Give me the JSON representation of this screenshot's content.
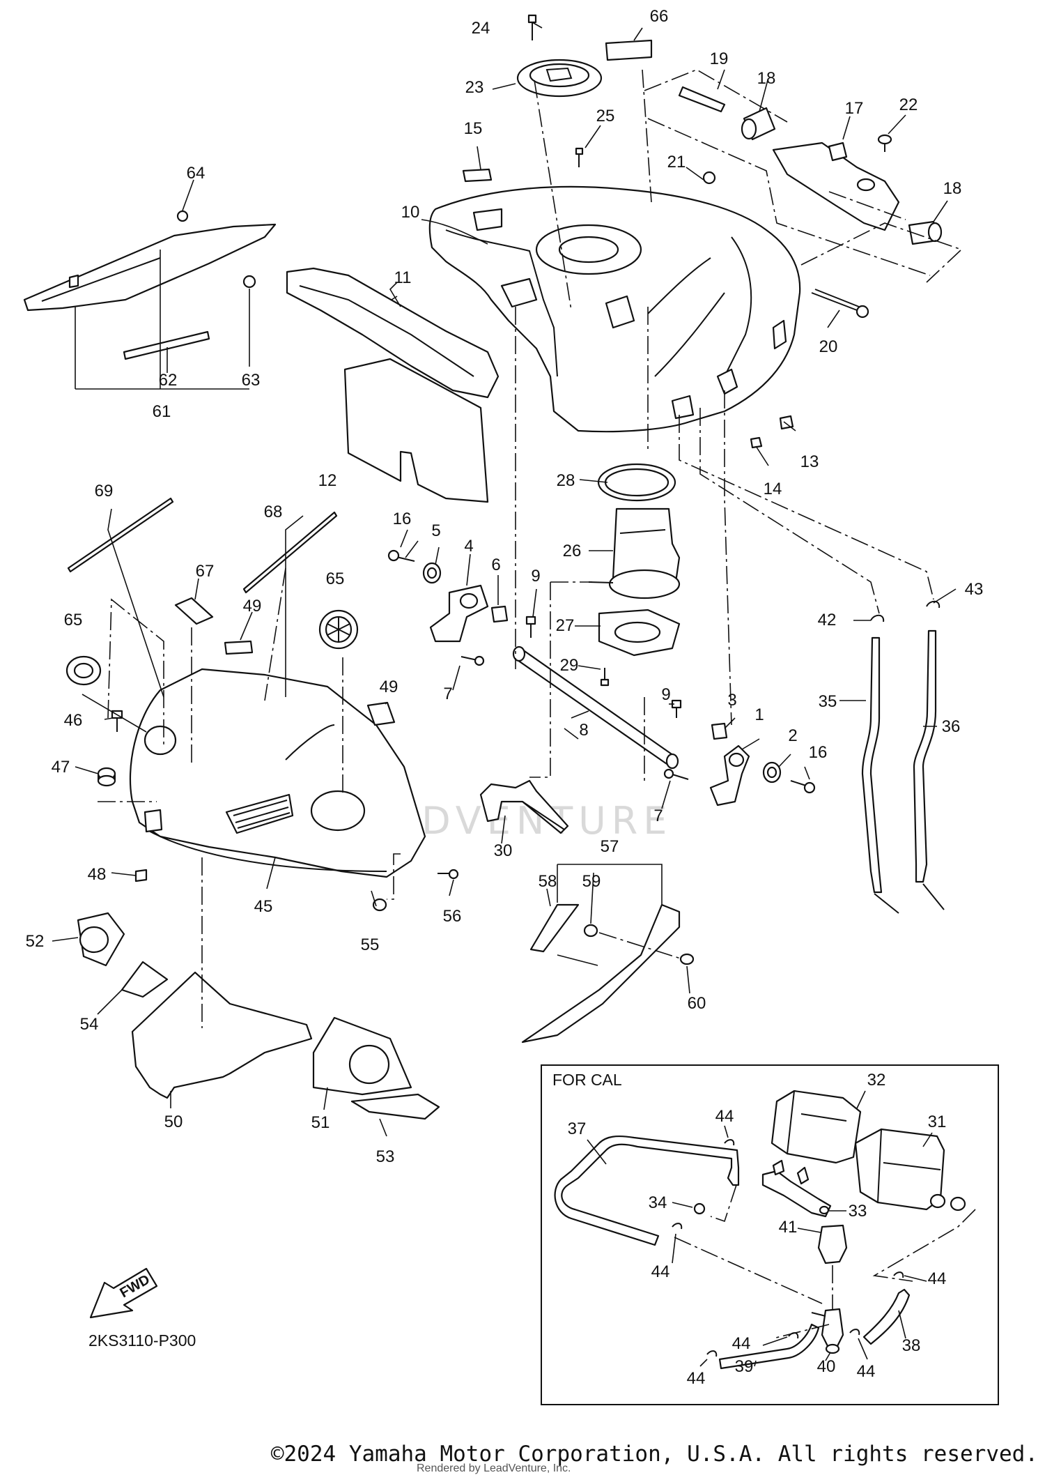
{
  "diagram_code": "2KS3110-P300",
  "inset_label": "FOR CAL",
  "fwd_label": "FWD",
  "watermark": "LEADVENTURE",
  "copyright": "©2024 Yamaha Motor Corporation, U.S.A. All rights reserved.",
  "rendered_by": "Rendered by LeadVenture, Inc.",
  "callouts": {
    "c1": "1",
    "c2": "2",
    "c3": "3",
    "c4": "4",
    "c5": "5",
    "c6": "6",
    "c7a": "7",
    "c7b": "7",
    "c8": "8",
    "c9a": "9",
    "c9b": "9",
    "c10": "10",
    "c11": "11",
    "c12": "12",
    "c13": "13",
    "c14": "14",
    "c15": "15",
    "c16a": "16",
    "c16b": "16",
    "c17": "17",
    "c18a": "18",
    "c18b": "18",
    "c19": "19",
    "c20": "20",
    "c21": "21",
    "c22": "22",
    "c23": "23",
    "c24": "24",
    "c25": "25",
    "c26": "26",
    "c27": "27",
    "c28": "28",
    "c29": "29",
    "c30": "30",
    "c31": "31",
    "c32": "32",
    "c33": "33",
    "c34": "34",
    "c35": "35",
    "c36": "36",
    "c37": "37",
    "c38": "38",
    "c39": "39",
    "c40": "40",
    "c41": "41",
    "c42": "42",
    "c43": "43",
    "c44a": "44",
    "c44b": "44",
    "c44c": "44",
    "c44d": "44",
    "c44e": "44",
    "c44f": "44",
    "c45": "45",
    "c46": "46",
    "c47": "47",
    "c48": "48",
    "c49a": "49",
    "c49b": "49",
    "c50": "50",
    "c51": "51",
    "c52": "52",
    "c53": "53",
    "c54": "54",
    "c55": "55",
    "c56": "56",
    "c57": "57",
    "c58": "58",
    "c59": "59",
    "c60": "60",
    "c61": "61",
    "c62": "62",
    "c63": "63",
    "c64": "64",
    "c65a": "65",
    "c65b": "65",
    "c66": "66",
    "c67": "67",
    "c68": "68",
    "c69": "69"
  }
}
